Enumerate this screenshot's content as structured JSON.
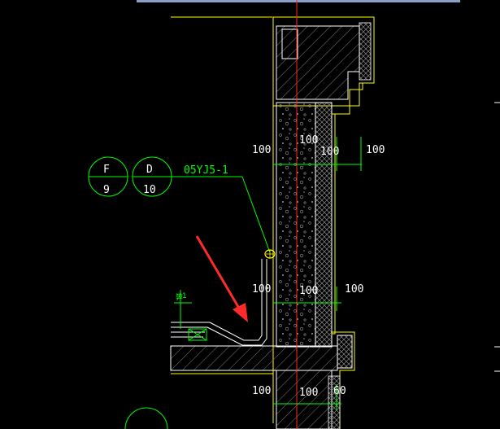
{
  "dimensions": {
    "top_left_1": "100",
    "top_center": "100",
    "top_right_1": "100",
    "top_right_2": "100",
    "mid_left": "100",
    "mid_center": "100",
    "mid_right": "100",
    "bottom_left": "100",
    "bottom_center": "100",
    "bottom_right": "60"
  },
  "callout": {
    "reference": "05YJ5-1",
    "bubble_left": {
      "top": "F",
      "bottom": "9"
    },
    "bubble_right": {
      "top": "D",
      "bottom": "10"
    }
  },
  "small_marker": {
    "text": "1"
  },
  "colors": {
    "background": "#000000",
    "wall_outline": "#ffffff",
    "hatch_concrete": "#8a8a8a",
    "insulation_outline": "#ffff00",
    "green_annotation": "#00ff00",
    "center_line": "#ff0000",
    "arrow": "#ff2a2a",
    "dim_text": "#ffffff",
    "label_text": "#00ff00"
  }
}
